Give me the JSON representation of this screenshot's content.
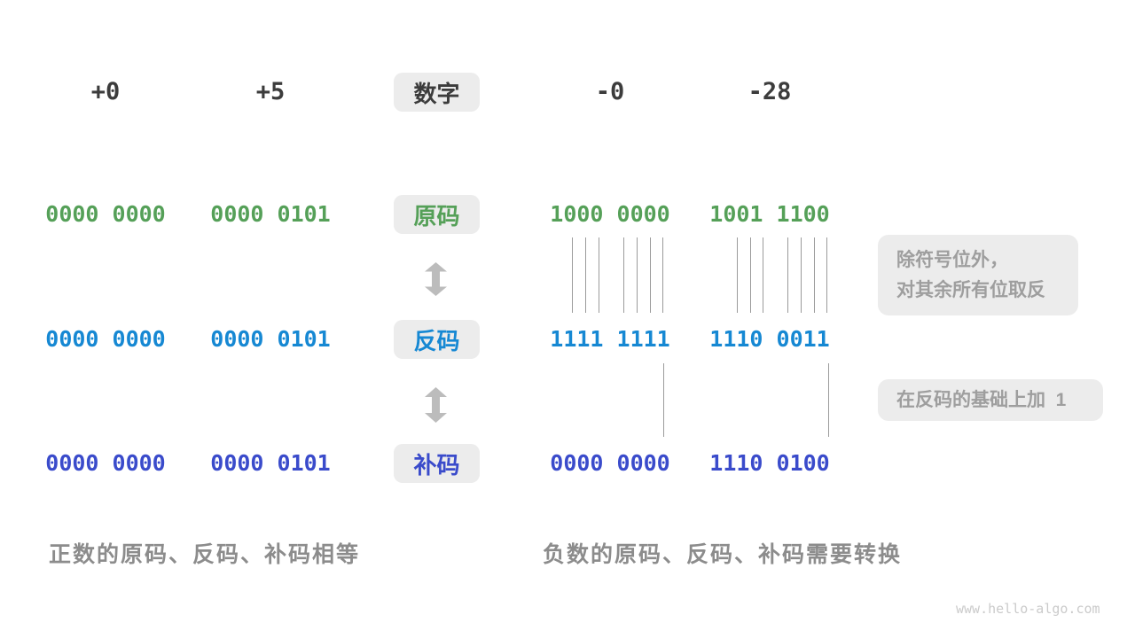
{
  "header": {
    "label": "数字",
    "values": [
      "+0",
      "+5",
      "-0",
      "-28"
    ]
  },
  "rows": [
    {
      "label": "原码",
      "color": "#55a058",
      "values": [
        "0000 0000",
        "0000 0101",
        "1000 0000",
        "1001 1100"
      ]
    },
    {
      "label": "反码",
      "color": "#1688d3",
      "values": [
        "0000 0000",
        "0000 0101",
        "1111 1111",
        "1110 0011"
      ]
    },
    {
      "label": "补码",
      "color": "#3a4bcb",
      "values": [
        "0000 0000",
        "0000 0101",
        "0000 0000",
        "1110 0100"
      ]
    }
  ],
  "annotations": {
    "invert_line1": "除符号位外，",
    "invert_line2": "对其余所有位取反",
    "add_one": "在反码的基础上加  1"
  },
  "captions": {
    "positive": "正数的原码、反码、补码相等",
    "negative": "负数的原码、反码、补码需要转换"
  },
  "watermark": "www.hello-algo.com",
  "colors": {
    "sign_magnitude_green": "#55a058",
    "ones_complement_blue": "#1688d3",
    "twos_complement_indigo": "#3a4bcb",
    "chip_background": "#ececec",
    "arrow_gray": "#bcbcbc",
    "connector_gray": "#9b9b9b",
    "annotation_text_gray": "#9e9e9e",
    "caption_gray": "#8c8c8c",
    "header_text": "#3c3c3c"
  }
}
